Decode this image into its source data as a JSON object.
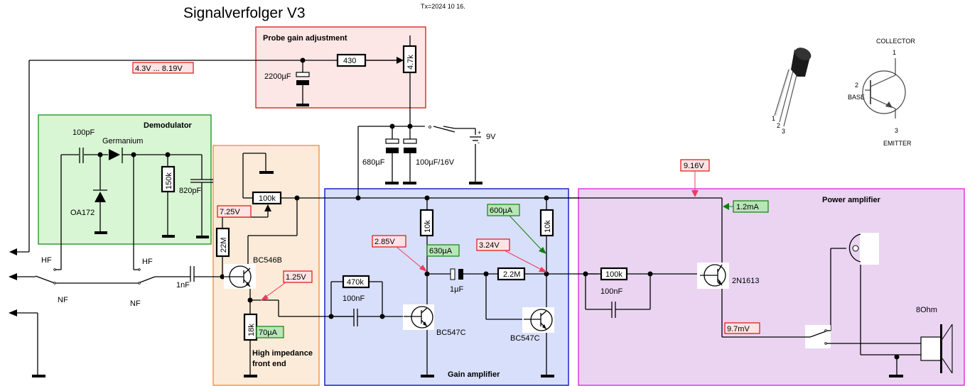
{
  "title": "Signalverfolger V3",
  "date_stamp": "Tx=2024 10 16.",
  "colors": {
    "probe_block_bg": "#fde6e6",
    "probe_block_border": "#d81818",
    "demod_block_bg": "#d8f5d4",
    "demod_block_border": "#16901a",
    "frontend_block_bg": "#fcebd8",
    "frontend_block_border": "#ee8a3a",
    "gain_block_bg": "#d8dffa",
    "gain_block_border": "#1a24c8",
    "power_block_bg": "#ead4f2",
    "power_block_border": "#e020d8",
    "voltage_label_bg": "#fde3e3",
    "voltage_label_border": "#e01010",
    "current_label_bg": "#b7e6b7",
    "current_label_border": "#108010"
  },
  "blocks": {
    "probe": "Probe gain adjustment",
    "demodulator": "Demodulator",
    "frontend_line1": "High impedance",
    "frontend_line2": "front end",
    "gain": "Gain amplifier",
    "power": "Power amplifier"
  },
  "components": {
    "r_430": "430",
    "pot_4k7": "4.7k",
    "c_2200": "2200µF",
    "c_680": "680µF",
    "c_100u": "100µF/16V",
    "battery": "9V",
    "c_100p": "100pF",
    "d_germanium": "Germanium",
    "d_oa172": "OA172",
    "r_150k": "150k",
    "c_820p": "820pF",
    "pot_100k": "100k",
    "r_22m": "22M",
    "t_bc546b": "BC546B",
    "r_18k": "18k",
    "c_1n": "1nF",
    "r_10k_a": "10k",
    "r_10k_b": "10k",
    "r_470k": "470k",
    "c_100n_a": "100nF",
    "c_1u": "1µF",
    "r_2m2": "2.2M",
    "t_bc547c_a": "BC547C",
    "t_bc547c_b": "BC547C",
    "r_100k": "100k",
    "c_100n_b": "100nF",
    "t_2n1613": "2N1613",
    "speaker": "8Ohm"
  },
  "switch_labels": {
    "hf_left": "HF",
    "hf_right": "HF",
    "nf_left": "NF",
    "nf_right": "NF"
  },
  "measurements": {
    "v_probe_range": "4.3V ... 8.19V",
    "v_7_25": "7.25V",
    "v_1_25": "1.25V",
    "v_2_85": "2.85V",
    "v_3_24": "3.24V",
    "v_9_16": "9.16V",
    "v_9_7m": "9.7mV",
    "i_70u": "70µA",
    "i_630u": "630µA",
    "i_600u": "600µA",
    "i_1_2m": "1.2mA"
  },
  "pinout": {
    "collector": "COLLECTOR",
    "base": "BASE",
    "emitter": "EMITTER",
    "pin1": "1",
    "pin2": "2",
    "pin3": "3"
  }
}
